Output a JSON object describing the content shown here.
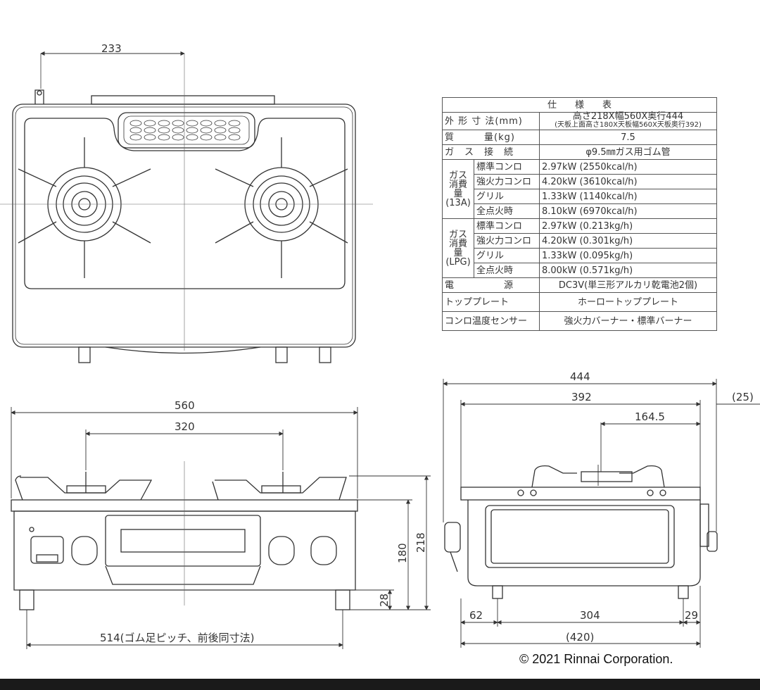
{
  "dimensions": {
    "top_233": "233",
    "front_560": "560",
    "front_320": "320",
    "front_218": "218",
    "front_180": "180",
    "front_28": "28",
    "front_514": "514(ゴム足ピッチ、前後同寸法)",
    "side_444": "444",
    "side_392": "392",
    "side_164_5": "164.5",
    "side_25": "(25)",
    "side_62": "62",
    "side_304": "304",
    "side_29": "29",
    "side_420": "(420)"
  },
  "spec_table": {
    "title": "仕　　様　　表",
    "outer_label": "外 形 寸 法(mm)",
    "outer_value": "高さ218X幅560X奥行444",
    "outer_sub": "(天板上面高さ180X天板幅560X天板奥行392)",
    "mass_label": "質　　　量(kg)",
    "mass_value": "7.5",
    "gas_conn_label": "ガ　ス　接　続",
    "gas_conn_value": "φ9.5㎜ガス用ゴム管",
    "group_13a": "ガス\n消費量\n(13A)",
    "group_lpg": "ガス\n消費量\n(LPG)",
    "rows_13a": [
      {
        "item": "標準コンロ",
        "value": "2.97kW (2550kcal/h)"
      },
      {
        "item": "強火力コンロ",
        "value": "4.20kW (3610kcal/h)"
      },
      {
        "item": "グリル",
        "value": "1.33kW (1140kcal/h)"
      },
      {
        "item": "全点火時",
        "value": "8.10kW (6970kcal/h)"
      }
    ],
    "rows_lpg": [
      {
        "item": "標準コンロ",
        "value": "2.97kW (0.213kg/h)"
      },
      {
        "item": "強火力コンロ",
        "value": "4.20kW (0.301kg/h)"
      },
      {
        "item": "グリル",
        "value": "1.33kW (0.095kg/h)"
      },
      {
        "item": "全点火時",
        "value": "8.00kW (0.571kg/h)"
      }
    ],
    "power_label": "電　　　　　源",
    "power_value": "DC3V(単三形アルカリ乾電池2個)",
    "topplate_label": "トッププレート",
    "topplate_value": "ホーロートッププレート",
    "sensor_label": "コンロ温度センサー",
    "sensor_value": "強火力バーナー・標準バーナー"
  },
  "copyright": "© 2021 Rinnai Corporation."
}
